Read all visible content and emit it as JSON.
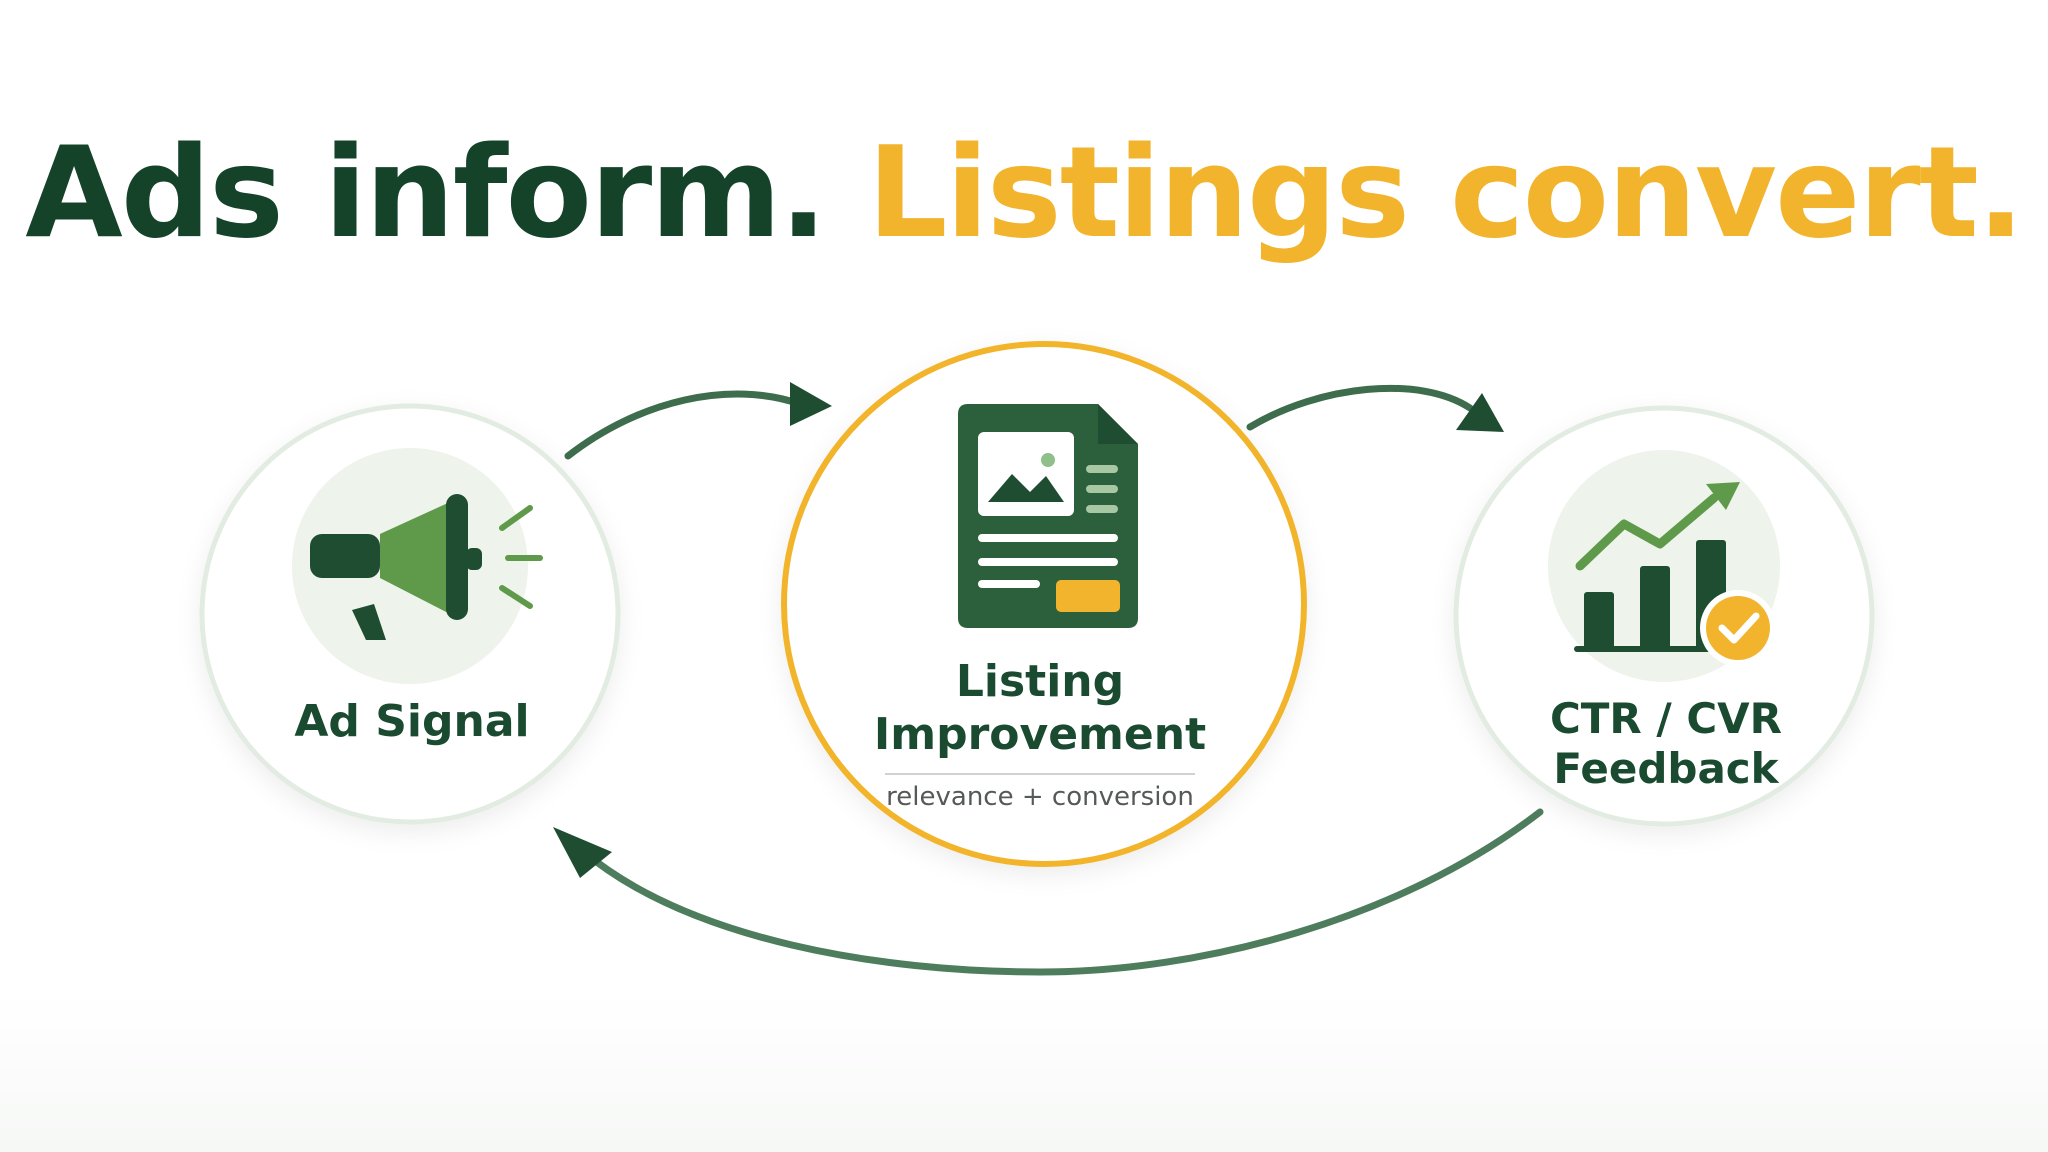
{
  "headline": {
    "part_a": "Ads inform.",
    "part_b": "Listings convert."
  },
  "nodes": [
    {
      "id": "ad-signal",
      "label_lines": [
        "Ad Signal"
      ],
      "icon": "megaphone-icon"
    },
    {
      "id": "listing-improvement",
      "label_lines": [
        "Listing",
        "Improvement"
      ],
      "sublabel": "relevance + conversion",
      "icon": "document-listing-icon"
    },
    {
      "id": "ctr-cvr-feedback",
      "label_lines": [
        "CTR / CVR",
        "Feedback"
      ],
      "icon": "growth-chart-check-icon"
    }
  ],
  "flow": [
    "ad-signal → listing-improvement",
    "listing-improvement → ctr-cvr-feedback",
    "ctr-cvr-feedback → ad-signal"
  ],
  "colors": {
    "dark_green": "#14432a",
    "mid_green": "#2e6b3f",
    "light_green": "#5f9a4a",
    "yellow": "#f2b42c",
    "circle_border": "#e3ece2",
    "arrow": "#3f7352"
  }
}
